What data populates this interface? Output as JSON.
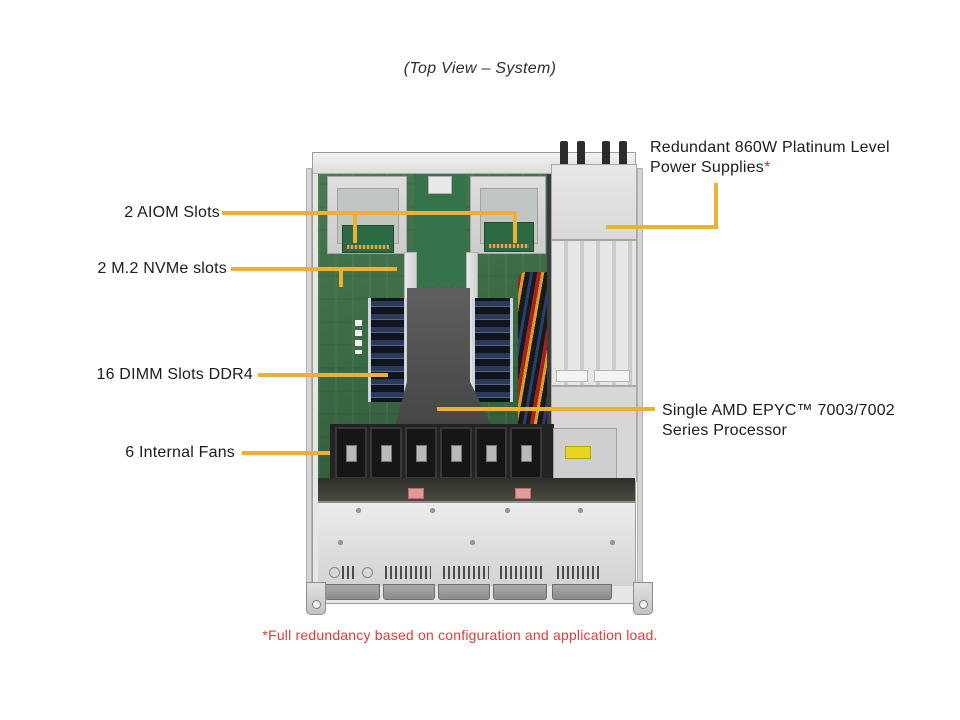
{
  "title": "(Top View – System)",
  "footnote": "*Full redundancy based on configuration and application load.",
  "labels": {
    "aiom": "2 AIOM Slots",
    "m2": "2 M.2 NVMe slots",
    "dimm": "16 DIMM Slots DDR4",
    "fans": "6 Internal Fans",
    "psu_line1": "Redundant 860W Platinum Level",
    "psu_line2": "Power Supplies",
    "psu_asterisk": "*",
    "cpu_line1": "Single AMD EPYC™ 7003/7002",
    "cpu_line2": "Series Processor"
  },
  "colors": {
    "callout_line": "#EBB231",
    "footnote_red": "#E03A3A",
    "board_green": "#44784F",
    "chassis_gray": "#E6E6E6",
    "asterisk_red": "#D22A2A"
  }
}
